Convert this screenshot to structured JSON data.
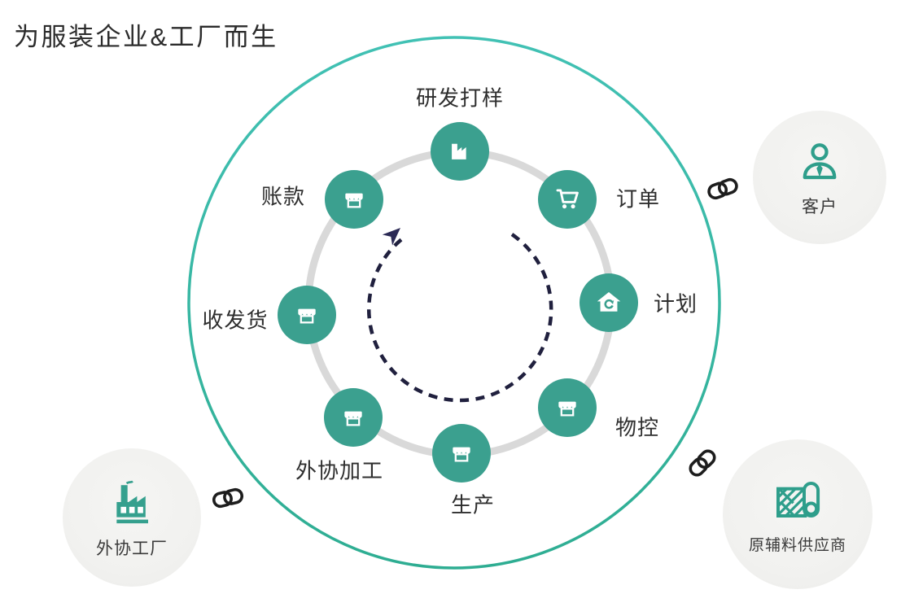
{
  "title": "为服装企业&工厂而生",
  "cycle_nodes": [
    {
      "label": "研发打样",
      "icon": "factory-icon"
    },
    {
      "label": "订单",
      "icon": "cart-icon"
    },
    {
      "label": "计划",
      "icon": "home-sync-icon"
    },
    {
      "label": "物控",
      "icon": "storefront-icon"
    },
    {
      "label": "生产",
      "icon": "storefront-icon"
    },
    {
      "label": "外协加工",
      "icon": "storefront-icon"
    },
    {
      "label": "收发货",
      "icon": "storefront-icon"
    },
    {
      "label": "账款",
      "icon": "storefront-icon"
    }
  ],
  "satellites": [
    {
      "label": "客户",
      "icon": "customer-icon"
    },
    {
      "label": "原辅料供应商",
      "icon": "fabric-roll-icon"
    },
    {
      "label": "外协工厂",
      "icon": "factory-building-icon"
    }
  ],
  "flow": {
    "direction_hint": "clockwise-dashed-arrow"
  },
  "colors": {
    "node_teal": "#3BA08F",
    "outer_circle_top": "#41C1B4",
    "outer_circle_bottom": "#2EAD92",
    "inner_ring_gray": "#D9D9D9",
    "arrow_navy": "#23224A",
    "icon_teal": "#2E9E8B",
    "satellite_bg": "#F2F2F0",
    "link_black": "#1D1D1D",
    "text": "#2E2E2E"
  }
}
